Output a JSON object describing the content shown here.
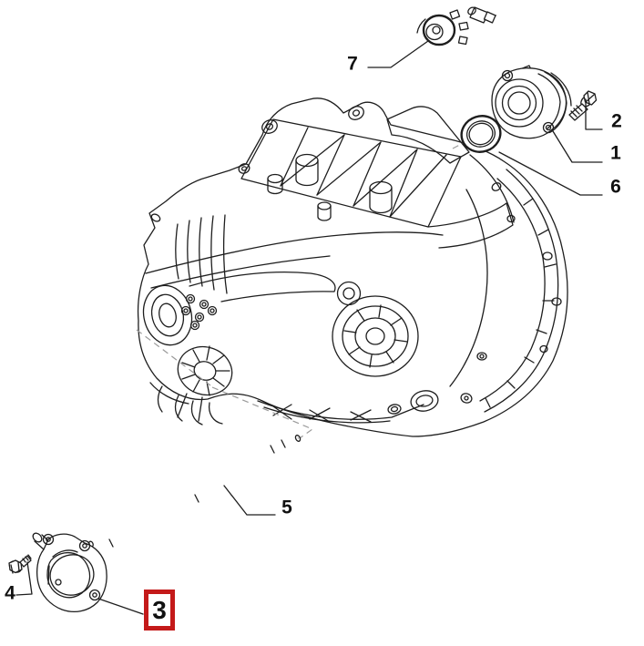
{
  "diagram": {
    "kind": "exploded-parts-line-drawing",
    "background_color": "#ffffff",
    "line_color": "#1e1e1e",
    "dashed_line_color": "#9a9a9a",
    "highlight_box_color": "#c41a1a",
    "label_color": "#111111"
  },
  "callouts": [
    {
      "label": "1",
      "highlighted": false
    },
    {
      "label": "2",
      "highlighted": false
    },
    {
      "label": "3",
      "highlighted": true
    },
    {
      "label": "4",
      "highlighted": false
    },
    {
      "label": "5",
      "highlighted": false
    },
    {
      "label": "6",
      "highlighted": false
    },
    {
      "label": "7",
      "highlighted": false
    }
  ]
}
